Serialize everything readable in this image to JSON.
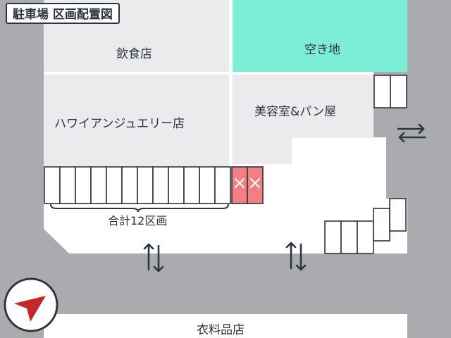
{
  "map": {
    "title": "駐車場 区画配置図",
    "stores": {
      "restaurant": "飲食店",
      "vacant_lot": "空き地",
      "jewelry": "ハワイアンジュエリー店",
      "salon_bakery": "美容室&パン屋",
      "clothing": "衣料品店"
    },
    "parking_total_label": "合計12区画",
    "parking": {
      "total_spaces": 12,
      "unavailable_spaces": 2
    },
    "colors": {
      "road": "#a9abaf",
      "building": "#ebebed",
      "vacant_lot": "#7deed6",
      "parking_area": "#ffffff",
      "unavailable_space": "#f28080",
      "outline": "#2e3440"
    },
    "icons": {
      "compass": "navigation-arrow-icon",
      "two_way_traffic": "two-way-arrows-icon"
    }
  }
}
